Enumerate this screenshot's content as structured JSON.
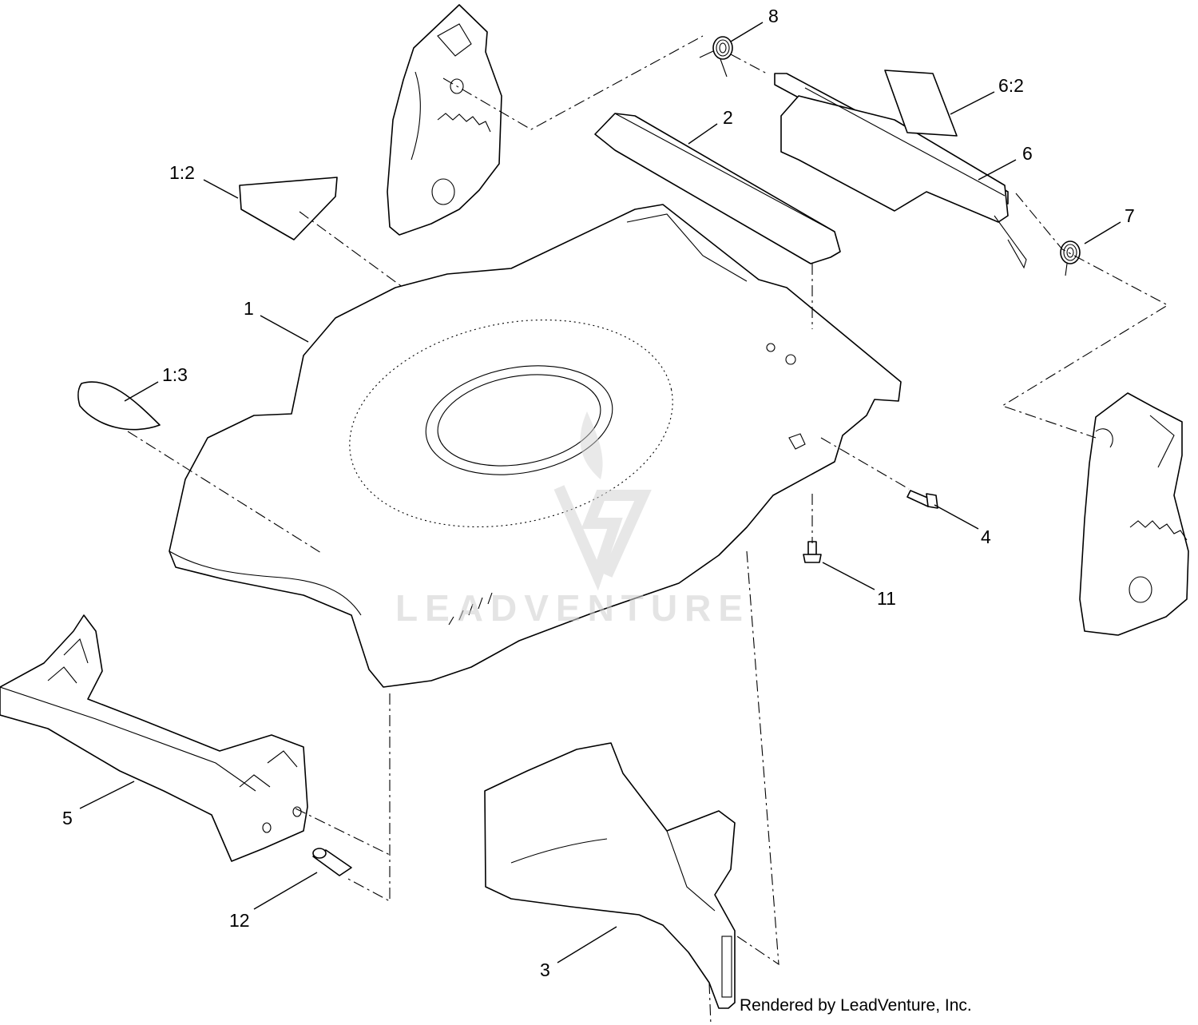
{
  "watermark": "LEADVENTURE",
  "credit": "Rendered by LeadVenture, Inc.",
  "callouts": [
    "8",
    "6:2",
    "2",
    "6",
    "1:2",
    "7",
    "1",
    "1:3",
    "4",
    "11",
    "5",
    "12",
    "3"
  ],
  "colors": {
    "line": "#000000",
    "fill": "#ffffff",
    "watermark": "#cfcfcf"
  }
}
